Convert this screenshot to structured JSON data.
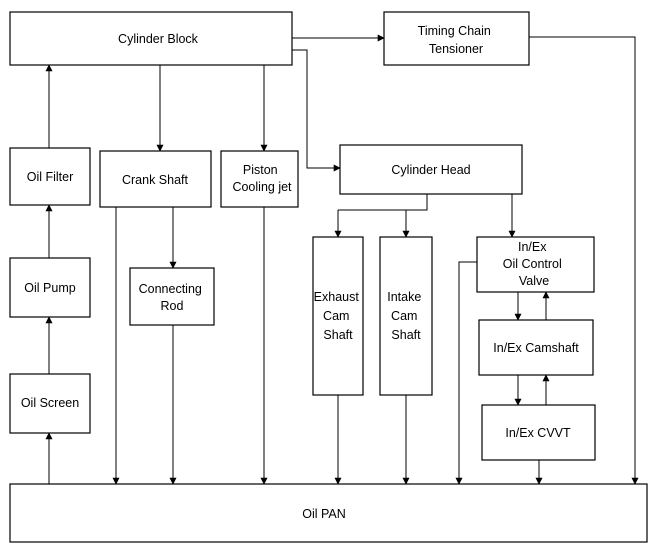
{
  "diagram": {
    "nodes": {
      "cylinder_block": {
        "lines": [
          "Cylinder Block"
        ]
      },
      "timing_chain_tensioner": {
        "lines": [
          "Timing Chain",
          "Tensioner"
        ]
      },
      "oil_filter": {
        "lines": [
          "Oil Filter"
        ]
      },
      "crank_shaft": {
        "lines": [
          "Crank Shaft"
        ]
      },
      "piston_cooling_jet": {
        "lines": [
          "Piston",
          "Cooling jet"
        ]
      },
      "cylinder_head": {
        "lines": [
          "Cylinder Head"
        ]
      },
      "oil_pump": {
        "lines": [
          "Oil Pump"
        ]
      },
      "connecting_rod": {
        "lines": [
          "Connecting",
          "Rod"
        ]
      },
      "exhaust_cam_shaft": {
        "lines": [
          "Exhaust",
          "Cam",
          "Shaft"
        ]
      },
      "intake_cam_shaft": {
        "lines": [
          "Intake",
          "Cam",
          "Shaft"
        ]
      },
      "oil_control_valve": {
        "lines": [
          "In/Ex",
          "Oil Control",
          "Valve"
        ]
      },
      "camshaft": {
        "lines": [
          "In/Ex Camshaft"
        ]
      },
      "oil_screen": {
        "lines": [
          "Oil Screen"
        ]
      },
      "cvvt": {
        "lines": [
          "In/Ex CVVT"
        ]
      },
      "oil_pan": {
        "lines": [
          "Oil PAN"
        ]
      }
    },
    "edges": [
      {
        "from": "oil_pan",
        "to": "oil_screen"
      },
      {
        "from": "oil_screen",
        "to": "oil_pump"
      },
      {
        "from": "oil_pump",
        "to": "oil_filter"
      },
      {
        "from": "oil_filter",
        "to": "cylinder_block"
      },
      {
        "from": "cylinder_block",
        "to": "crank_shaft"
      },
      {
        "from": "cylinder_block",
        "to": "piston_cooling_jet"
      },
      {
        "from": "cylinder_block",
        "to": "timing_chain_tensioner"
      },
      {
        "from": "cylinder_block",
        "to": "cylinder_head"
      },
      {
        "from": "crank_shaft",
        "to": "connecting_rod"
      },
      {
        "from": "crank_shaft",
        "to": "oil_pan"
      },
      {
        "from": "connecting_rod",
        "to": "oil_pan"
      },
      {
        "from": "piston_cooling_jet",
        "to": "oil_pan"
      },
      {
        "from": "timing_chain_tensioner",
        "to": "oil_pan"
      },
      {
        "from": "cylinder_head",
        "to": "exhaust_cam_shaft"
      },
      {
        "from": "cylinder_head",
        "to": "intake_cam_shaft"
      },
      {
        "from": "cylinder_head",
        "to": "oil_control_valve"
      },
      {
        "from": "exhaust_cam_shaft",
        "to": "oil_pan"
      },
      {
        "from": "intake_cam_shaft",
        "to": "oil_pan"
      },
      {
        "from": "oil_control_valve",
        "to": "oil_pan"
      },
      {
        "from": "oil_control_valve",
        "to": "camshaft"
      },
      {
        "from": "camshaft",
        "to": "oil_control_valve"
      },
      {
        "from": "camshaft",
        "to": "cvvt"
      },
      {
        "from": "cvvt",
        "to": "camshaft"
      },
      {
        "from": "cvvt",
        "to": "oil_pan"
      }
    ]
  }
}
